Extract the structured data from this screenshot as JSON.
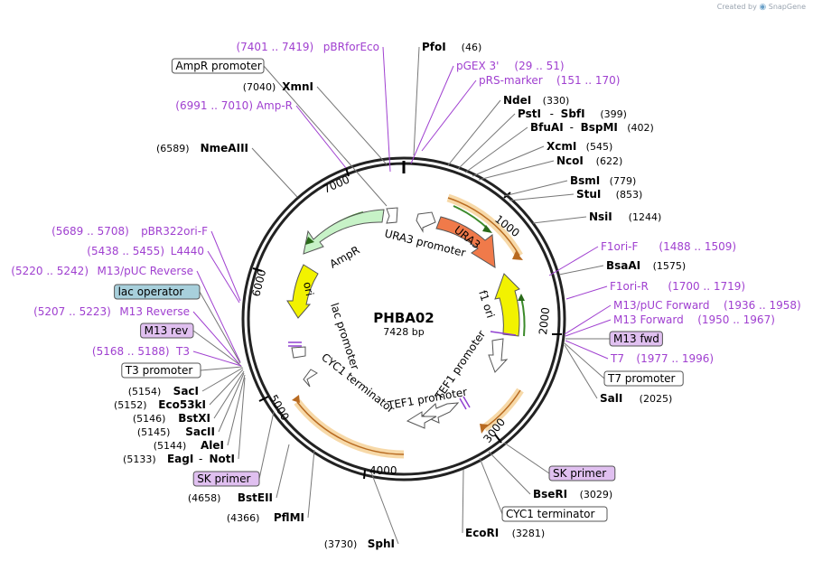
{
  "watermark": {
    "prefix": "Created by",
    "brand": "SnapGene"
  },
  "plasmid": {
    "name": "PHBA02",
    "length": "7428 bp"
  },
  "colors": {
    "enzyme": "#000000",
    "primer": "#a040d0",
    "feature_green": "#7ec87e",
    "ura3": "#f07040",
    "ori": "#f2f200",
    "orange_band": "#f3c170"
  },
  "tick_marks": [
    "1000",
    "2000",
    "3000",
    "4000",
    "5000",
    "6000",
    "7000"
  ],
  "features_inner": {
    "ampr": "AmpR",
    "ura3_promoter": "URA3 promoter",
    "ura3": "URA3",
    "f1_ori": "f1 ori",
    "ori": "ori",
    "lac_promoter": "lac promoter",
    "cyc1_terminator": "CYC1 terminator",
    "tef1_promoter_1": "TEF1 promoter",
    "tef1_promoter_2": "TEF1 promoter"
  },
  "labels_right": [
    {
      "name": "PfoI",
      "pos": "(46)",
      "kind": "enzyme"
    },
    {
      "name": "pGEX 3'",
      "pos": "(29 .. 51)",
      "kind": "primer"
    },
    {
      "name": "pRS-marker",
      "pos": "(151 .. 170)",
      "kind": "primer"
    },
    {
      "name": "NdeI",
      "pos": "(330)",
      "kind": "enzyme"
    },
    {
      "name": "PstI",
      "sep": "-",
      "name2": "SbfI",
      "pos": "(399)",
      "kind": "enzyme"
    },
    {
      "name": "BfuAI",
      "sep": "-",
      "name2": "BspMI",
      "pos": "(402)",
      "kind": "enzyme"
    },
    {
      "name": "XcmI",
      "pos": "(545)",
      "kind": "enzyme"
    },
    {
      "name": "NcoI",
      "pos": "(622)",
      "kind": "enzyme"
    },
    {
      "name": "BsmI",
      "pos": "(779)",
      "kind": "enzyme"
    },
    {
      "name": "StuI",
      "pos": "(853)",
      "kind": "enzyme"
    },
    {
      "name": "NsiI",
      "pos": "(1244)",
      "kind": "enzyme"
    },
    {
      "name": "F1ori-F",
      "pos": "(1488 .. 1509)",
      "kind": "primer"
    },
    {
      "name": "BsaAI",
      "pos": "(1575)",
      "kind": "enzyme"
    },
    {
      "name": "F1ori-R",
      "pos": "(1700 .. 1719)",
      "kind": "primer"
    },
    {
      "name": "M13/pUC Forward",
      "pos": "(1936 .. 1958)",
      "kind": "primer"
    },
    {
      "name": "M13 Forward",
      "pos": "(1950 .. 1967)",
      "kind": "primer"
    },
    {
      "name": "M13 fwd",
      "kind": "box-purple"
    },
    {
      "name": "T7",
      "pos": "(1977 .. 1996)",
      "kind": "primer"
    },
    {
      "name": "T7 promoter",
      "kind": "box-white"
    },
    {
      "name": "SalI",
      "pos": "(2025)",
      "kind": "enzyme"
    },
    {
      "name": "SK primer",
      "kind": "box-purple"
    },
    {
      "name": "BseRI",
      "pos": "(3029)",
      "kind": "enzyme"
    },
    {
      "name": "CYC1 terminator",
      "kind": "box-white"
    },
    {
      "name": "EcoRI",
      "pos": "(3281)",
      "kind": "enzyme"
    }
  ],
  "labels_left": [
    {
      "name": "pBRforEco",
      "pos": "(7401 .. 7419)",
      "kind": "primer"
    },
    {
      "name": "AmpR promoter",
      "kind": "box-white"
    },
    {
      "name": "XmnI",
      "pos": "(7040)",
      "kind": "enzyme"
    },
    {
      "name": "Amp-R",
      "pos": "(6991 .. 7010)",
      "kind": "primer"
    },
    {
      "name": "NmeAIII",
      "pos": "(6589)",
      "kind": "enzyme"
    },
    {
      "name": "pBR322ori-F",
      "pos": "(5689 .. 5708)",
      "kind": "primer"
    },
    {
      "name": "L4440",
      "pos": "(5438 .. 5455)",
      "kind": "primer"
    },
    {
      "name": "M13/pUC Reverse",
      "pos": "(5220 .. 5242)",
      "kind": "primer"
    },
    {
      "name": "lac operator",
      "kind": "box-blue"
    },
    {
      "name": "M13 Reverse",
      "pos": "(5207 .. 5223)",
      "kind": "primer"
    },
    {
      "name": "M13 rev",
      "kind": "box-purple"
    },
    {
      "name": "T3",
      "pos": "(5168 .. 5188)",
      "kind": "primer"
    },
    {
      "name": "T3 promoter",
      "kind": "box-white"
    },
    {
      "name": "SacI",
      "pos": "(5154)",
      "kind": "enzyme"
    },
    {
      "name": "Eco53kI",
      "pos": "(5152)",
      "kind": "enzyme"
    },
    {
      "name": "BstXI",
      "pos": "(5146)",
      "kind": "enzyme"
    },
    {
      "name": "SacII",
      "pos": "(5145)",
      "kind": "enzyme"
    },
    {
      "name": "AleI",
      "pos": "(5144)",
      "kind": "enzyme"
    },
    {
      "name": "EagI",
      "sep": "-",
      "name2": "NotI",
      "pos": "(5133)",
      "kind": "enzyme"
    },
    {
      "name": "SK primer",
      "kind": "box-purple"
    },
    {
      "name": "BstEII",
      "pos": "(4658)",
      "kind": "enzyme"
    },
    {
      "name": "PflMI",
      "pos": "(4366)",
      "kind": "enzyme"
    },
    {
      "name": "SphI",
      "pos": "(3730)",
      "kind": "enzyme"
    }
  ]
}
